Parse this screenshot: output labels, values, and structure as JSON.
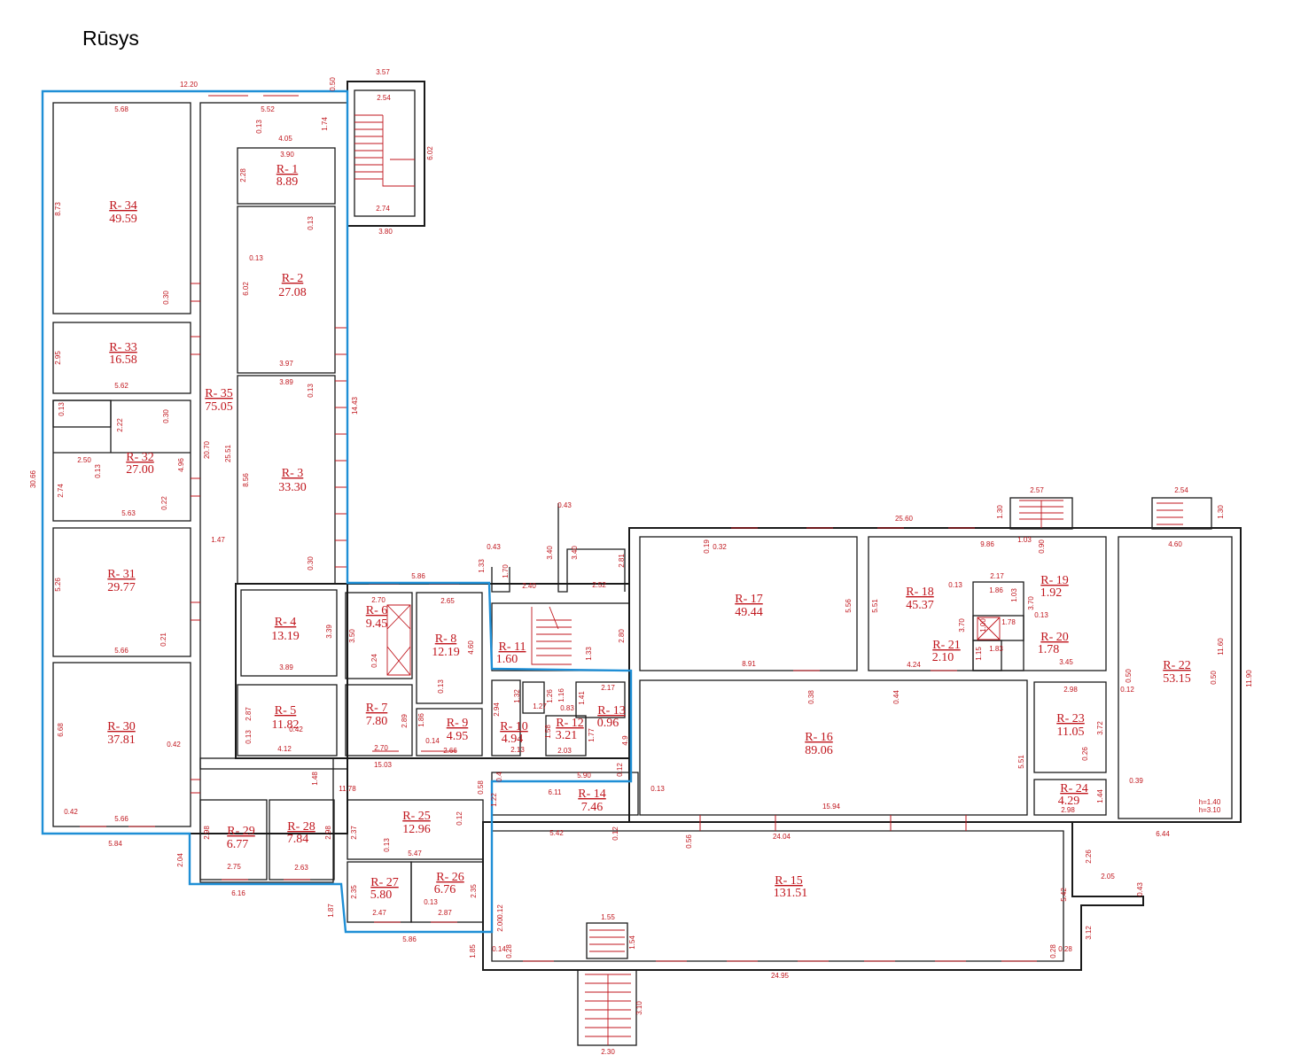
{
  "title": "Rūsys",
  "rooms": {
    "r1": {
      "label": "R- 1",
      "area": "8.89"
    },
    "r2": {
      "label": "R- 2",
      "area": "27.08"
    },
    "r3": {
      "label": "R- 3",
      "area": "33.30"
    },
    "r4": {
      "label": "R- 4",
      "area": "13.19"
    },
    "r5": {
      "label": "R- 5",
      "area": "11.82"
    },
    "r6": {
      "label": "R- 6",
      "area": "9.45"
    },
    "r7": {
      "label": "R- 7",
      "area": "7.80"
    },
    "r8": {
      "label": "R- 8",
      "area": "12.19"
    },
    "r9": {
      "label": "R- 9",
      "area": "4.95"
    },
    "r10": {
      "label": "R- 10",
      "area": "4.94"
    },
    "r11": {
      "label": "R- 11",
      "area": "1.60"
    },
    "r12": {
      "label": "R- 12",
      "area": "3.21"
    },
    "r13": {
      "label": "R- 13",
      "area": "0.96"
    },
    "r14": {
      "label": "R- 14",
      "area": "7.46"
    },
    "r15": {
      "label": "R- 15",
      "area": "131.51"
    },
    "r16": {
      "label": "R- 16",
      "area": "89.06"
    },
    "r17": {
      "label": "R- 17",
      "area": "49.44"
    },
    "r18": {
      "label": "R- 18",
      "area": "45.37"
    },
    "r19": {
      "label": "R- 19",
      "area": "1.92"
    },
    "r20": {
      "label": "R- 20",
      "area": "1.78"
    },
    "r21": {
      "label": "R- 21",
      "area": "2.10"
    },
    "r22": {
      "label": "R- 22",
      "area": "53.15"
    },
    "r23": {
      "label": "R- 23",
      "area": "11.05"
    },
    "r24": {
      "label": "R- 24",
      "area": "4.29"
    },
    "r25": {
      "label": "R- 25",
      "area": "12.96"
    },
    "r26": {
      "label": "R- 26",
      "area": "6.76"
    },
    "r27": {
      "label": "R- 27",
      "area": "5.80"
    },
    "r28": {
      "label": "R- 28",
      "area": "7.84"
    },
    "r29": {
      "label": "R- 29",
      "area": "6.77"
    },
    "r30": {
      "label": "R- 30",
      "area": "37.81"
    },
    "r31": {
      "label": "R- 31",
      "area": "29.77"
    },
    "r32": {
      "label": "R- 32",
      "area": "27.00"
    },
    "r33": {
      "label": "R- 33",
      "area": "16.58"
    },
    "r34": {
      "label": "R- 34",
      "area": "49.59"
    },
    "r35": {
      "label": "R- 35",
      "area": "75.05"
    }
  },
  "dims": {
    "d1": "12.20",
    "d2": "0.50",
    "d3": "3.57",
    "d4": "2.54",
    "d5": "5.68",
    "d6": "5.52",
    "d7": "1.74",
    "d8": "4.05",
    "d9": "0.13",
    "d10": "3.90",
    "d11": "2.28",
    "d12": "6.02",
    "d13": "8.73",
    "d14": "0.13",
    "d15": "2.74",
    "d16": "3.80",
    "d17": "0.13",
    "d18": "6.02",
    "d19": "0.30",
    "d20": "3.97",
    "d21": "2.95",
    "d22": "3.89",
    "d23": "0.13",
    "d24": "5.62",
    "d25": "14.43",
    "d26": "0.13",
    "d27": "0.30",
    "d28": "2.22",
    "d29": "20.70",
    "d30": "25.51",
    "d31": "30.66",
    "d32": "2.50",
    "d33": "0.13",
    "d34": "4.96",
    "d35": "8.56",
    "d36": "2.74",
    "d37": "5.63",
    "d38": "0.22",
    "d39": "1.47",
    "d40": "0.30",
    "d41": "5.26",
    "d42": "0.21",
    "d43": "5.66",
    "d44": "3.39",
    "d45": "3.89",
    "d46": "3.50",
    "d47": "0.24",
    "d48": "2.70",
    "d49": "2.65",
    "d50": "4.60",
    "d51": "5.86",
    "d52": "1.33",
    "d53": "0.43",
    "d54": "1.70",
    "d55": "2.40",
    "d56": "3.40",
    "d57": "0.43",
    "d58": "3.40",
    "d59": "2.52",
    "d60": "2.81",
    "d61": "2.80",
    "d62": "1.33",
    "d63": "2.17",
    "d64": "0.13",
    "d65": "6.68",
    "d66": "0.42",
    "d67": "2.87",
    "d68": "0.13",
    "d69": "0.42",
    "d70": "4.12",
    "d71": "2.89",
    "d72": "2.70",
    "d73": "1.86",
    "d74": "0.14",
    "d75": "2.66",
    "d76": "2.94",
    "d77": "2.13",
    "d78": "1.32",
    "d79": "1.27",
    "d80": "1.26",
    "d81": "1.16",
    "d82": "0.83",
    "d83": "1.41",
    "d84": "1.58",
    "d85": "1.77",
    "d86": "2.03",
    "d87": "4.9",
    "d88": "15.03",
    "d89": "1.48",
    "d90": "11.78",
    "d91": "0.4",
    "d92": "0.58",
    "d93": "5.90",
    "d94": "0.12",
    "d95": "6.11",
    "d96": "0.13",
    "d97": "1.22",
    "d98": "0.42",
    "d99": "5.66",
    "d100": "5.84",
    "d101": "2.98",
    "d102": "2.75",
    "d103": "2.98",
    "d104": "2.63",
    "d105": "2.37",
    "d106": "0.13",
    "d107": "5.47",
    "d108": "0.12",
    "d109": "2.04",
    "d110": "6.16",
    "d111": "2.35",
    "d112": "0.13",
    "d113": "2.47",
    "d114": "2.87",
    "d115": "2.35",
    "d116": "1.87",
    "d117": "5.86",
    "d118": "5.42",
    "d119": "0.12",
    "d120": "0.56",
    "d121": "24.04",
    "d122": "15.94",
    "d123": "2.26",
    "d124": "2.05",
    "d125": "0.43",
    "d126": "5.42",
    "d127": "3.12",
    "d128": "0.12",
    "d129": "2.00",
    "d130": "1.55",
    "d131": "1.54",
    "d132": "1.85",
    "d133": "0.14",
    "d134": "0.28",
    "d135": "0.28",
    "d136": "0.28",
    "d137": "24.95",
    "d138": "3.10",
    "d139": "2.30",
    "d140": "25.60",
    "d141": "2.57",
    "d142": "1.30",
    "d143": "2.54",
    "d144": "1.30",
    "d145": "0.19",
    "d146": "0.32",
    "d147": "9.86",
    "d148": "0.90",
    "d149": "1.03",
    "d150": "4.60",
    "d151": "5.56",
    "d152": "5.51",
    "d153": "0.13",
    "d154": "2.17",
    "d155": "1.86",
    "d156": "1.03",
    "d157": "3.70",
    "d158": "0.13",
    "d159": "1.78",
    "d160": "1.00",
    "d161": "1.83",
    "d162": "1.15",
    "d163": "4.24",
    "d164": "3.70",
    "d165": "3.45",
    "d166": "8.91",
    "d167": "0.38",
    "d168": "0.44",
    "d169": "2.98",
    "d170": "3.72",
    "d171": "0.26",
    "d172": "0.39",
    "d173": "1.44",
    "d174": "2.98",
    "d175": "5.51",
    "d176": "0.50",
    "d177": "0.12",
    "d178": "11.60",
    "d179": "0.50",
    "d180": "11.90",
    "d181": "h=1.40",
    "d182": "h=3.10",
    "d183": "6.44"
  }
}
